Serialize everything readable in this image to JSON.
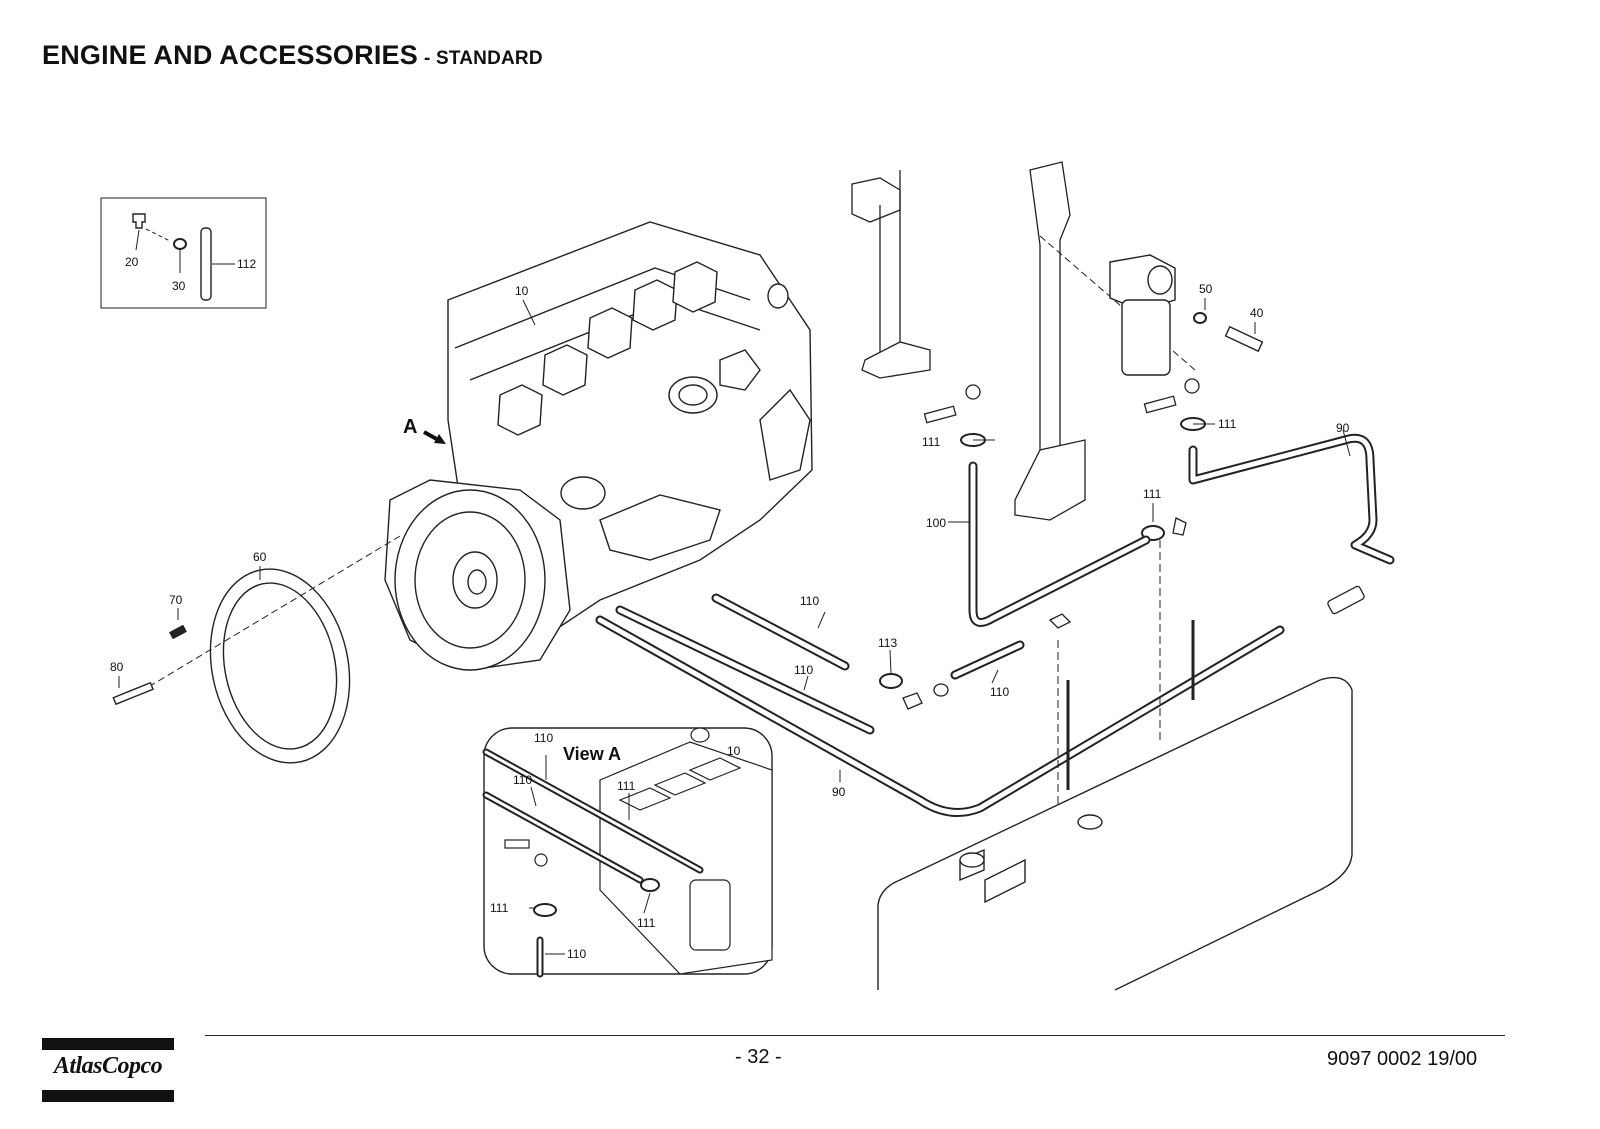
{
  "header": {
    "title": "ENGINE AND ACCESSORIES",
    "subtitle": "- STANDARD"
  },
  "diagram": {
    "view_arrow_letter": "A",
    "inset_title": "View A",
    "callouts": {
      "c10": "10",
      "c20": "20",
      "c30": "30",
      "c40": "40",
      "c50": "50",
      "c60": "60",
      "c70": "70",
      "c80": "80",
      "c90a": "90",
      "c90b": "90",
      "c100": "100",
      "c110a": "110",
      "c110b": "110",
      "c110c": "110",
      "c111a": "111",
      "c111b": "111",
      "c111c": "111",
      "c112": "112",
      "c113": "113"
    },
    "inset_callouts": {
      "i110a": "110",
      "i110b": "110",
      "i10": "10",
      "i111a": "111",
      "i111b": "111",
      "i111c": "111",
      "i110c": "110"
    }
  },
  "footer": {
    "logo_text": "AtlasCopco",
    "page_number": "- 32 -",
    "document_number": "9097 0002 19/00"
  }
}
